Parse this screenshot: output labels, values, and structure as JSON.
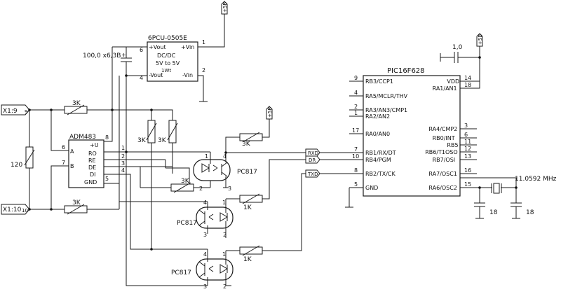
{
  "power": {
    "label": "+5В"
  },
  "connector": {
    "pin9": "X1:9",
    "pin9_sub": "9",
    "pin10": "X1:10",
    "pin10_sub": "10"
  },
  "dcdc": {
    "name": "6PCU-0505E",
    "l1": "DC/DC",
    "l2": "5V to 5V",
    "l3": "1Wt",
    "pins": {
      "vout_p": "+Vout",
      "vin_p": "+Vin",
      "vout_n": "-Vout",
      "vin_n": "-Vin"
    },
    "pin_nums": {
      "p1": "1",
      "p2": "2",
      "p4": "4",
      "p6": "6"
    }
  },
  "cap_bulk": {
    "label": "100,0 x6,3B",
    "plus": "+"
  },
  "adm": {
    "name": "ADM483",
    "pins": {
      "a": "A",
      "b": "B",
      "u": "+U",
      "ro": "RO",
      "re": "RE",
      "de": "DE",
      "di": "DI",
      "gnd": "GND"
    },
    "nums": {
      "a": "6",
      "b": "7",
      "u": "8",
      "ro": "1",
      "re": "2",
      "de": "3",
      "di": "4",
      "gnd": "5"
    }
  },
  "resistors": {
    "r3k_top": "3K",
    "r3k_bot": "3K",
    "r120": "120",
    "r3k_v1": "3K",
    "r3k_v2": "3K",
    "r3k_mid": "3K",
    "r3k_opto": "3K",
    "r1k_a": "1K",
    "r1k_b": "1K"
  },
  "optos": {
    "o1": "PC817",
    "o2": "PC817",
    "o3": "PC817"
  },
  "opto_pins": {
    "p1": "1",
    "p2": "2",
    "p3": "3",
    "p4": "4"
  },
  "nets": {
    "rxd": "RXD",
    "dr": "DR",
    "txd": "TXD"
  },
  "pic": {
    "name": "PIC16F628",
    "left": [
      {
        "num": "9",
        "name": "RB3/CCP1"
      },
      {
        "num": "4",
        "name": "RA5/MCLR/THV"
      },
      {
        "num": "2",
        "name": "RA3/AN3/CMP1"
      },
      {
        "num": "1",
        "name": "RA2/AN2"
      },
      {
        "num": "17",
        "name": "RA0/AN0"
      },
      {
        "num": "7",
        "name": "RB1/RX/DT"
      },
      {
        "num": "10",
        "name": "RB4/PGM"
      },
      {
        "num": "8",
        "name": "RB2/TX/CK"
      },
      {
        "num": "5",
        "name": "GND"
      }
    ],
    "right": [
      {
        "num": "14",
        "name": "VDD"
      },
      {
        "num": "18",
        "name": "RA1/AN1"
      },
      {
        "num": "3",
        "name": "RA4/CMP2"
      },
      {
        "num": "6",
        "name": "RB0/INT"
      },
      {
        "num": "11",
        "name": "RB5"
      },
      {
        "num": "12",
        "name": "RB6/T1OSO"
      },
      {
        "num": "13",
        "name": "RB7/OSI"
      },
      {
        "num": "16",
        "name": "RA7/OSC1"
      },
      {
        "num": "15",
        "name": "RA6/OSC2"
      }
    ]
  },
  "cap_decouple": {
    "label": "1,0"
  },
  "crystal": {
    "label": "11.0592 MHz"
  },
  "osc_caps": {
    "c1": "18",
    "c2": "18"
  }
}
